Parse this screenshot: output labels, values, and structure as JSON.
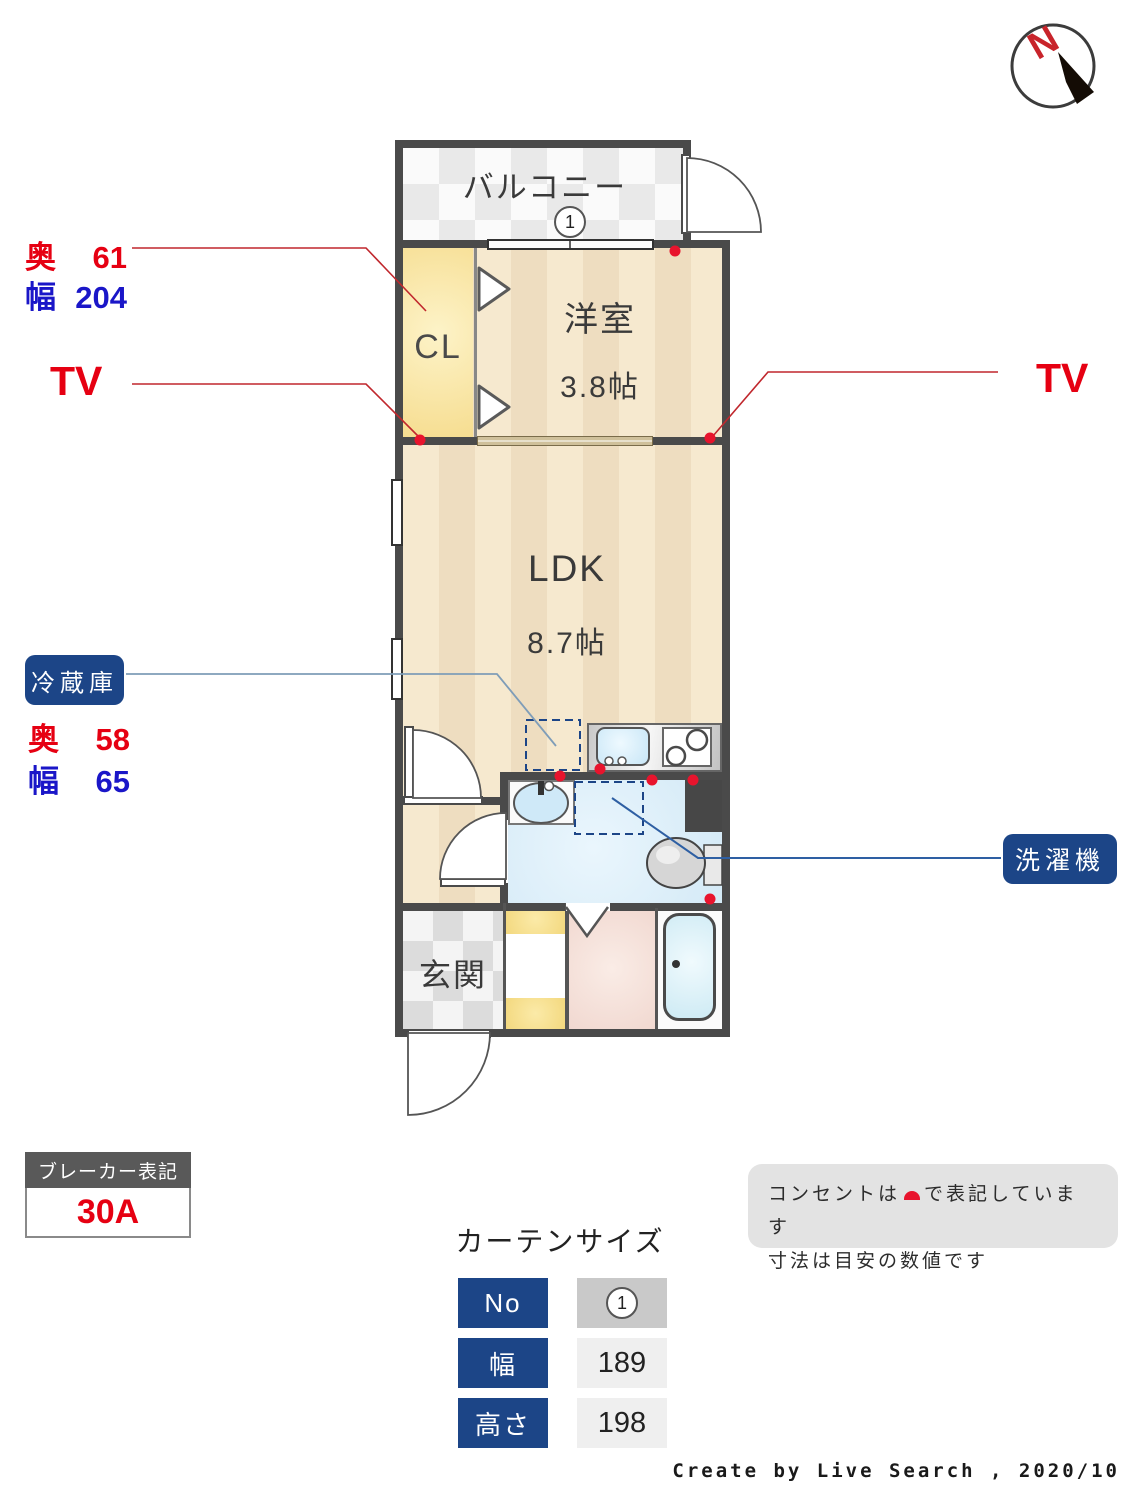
{
  "compass": {
    "north": "N"
  },
  "rooms": {
    "balcony": "バルコニー",
    "western_room": "洋室",
    "western_room_size": "3.8帖",
    "closet": "CL",
    "ldk": "LDK",
    "ldk_size": "8.7帖",
    "entrance": "玄関"
  },
  "curtain_marker": "1",
  "annotations": {
    "closet_depth_label": "奥",
    "closet_depth_value": "61",
    "closet_width_label": "幅",
    "closet_width_value": "204",
    "tv_left": "TV",
    "tv_right": "TV",
    "fridge_label": "冷蔵庫",
    "fridge_depth_label": "奥",
    "fridge_depth_value": "58",
    "fridge_width_label": "幅",
    "fridge_width_value": "65",
    "washer_label": "洗濯機"
  },
  "breaker": {
    "title": "ブレーカー表記",
    "value": "30A"
  },
  "curtain_table": {
    "title": "カーテンサイズ",
    "rows": [
      {
        "label": "No",
        "value": "1"
      },
      {
        "label": "幅",
        "value": "189"
      },
      {
        "label": "高さ",
        "value": "198"
      }
    ]
  },
  "notes": {
    "line1_before": "コンセントは",
    "line1_after": "で表記しています",
    "line2": "寸法は目安の数値です"
  },
  "credit": "Create by Live Search , 2020/10",
  "colors": {
    "accent_blue": "#1c4587",
    "accent_red": "#e60012",
    "dim_blue": "#1a16c8"
  }
}
